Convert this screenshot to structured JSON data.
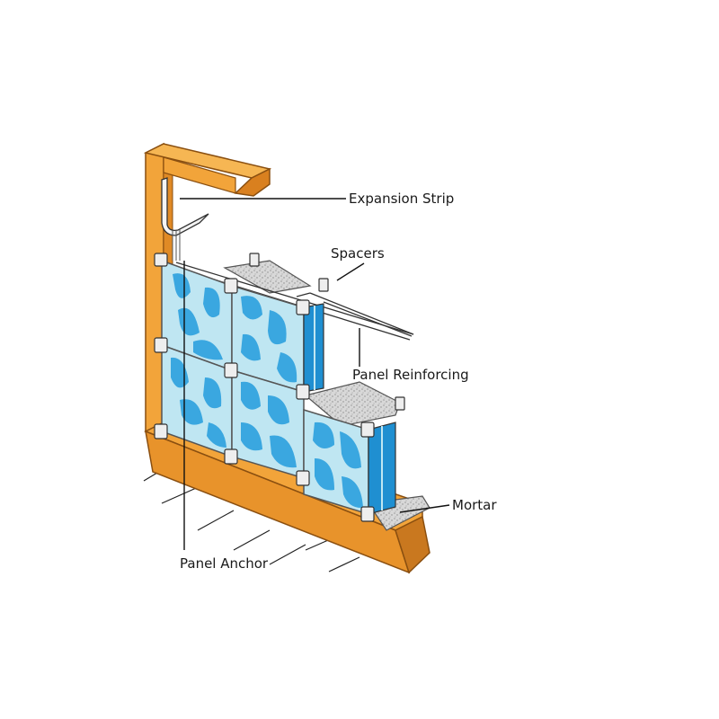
{
  "diagram": {
    "labels": {
      "expansion_strip": "Expansion Strip",
      "spacers": "Spacers",
      "panel_reinforcing": "Panel Reinforcing",
      "mortar": "Mortar",
      "panel_anchor": "Panel Anchor"
    },
    "colors": {
      "frame": "#f2a43a",
      "frame_dark": "#c9781f",
      "glass": "#bfe6f2",
      "glass_swirl": "#3aa7e0",
      "glass_edge": "#1f8fd1",
      "spacer": "#e8e8e8",
      "mortar": "#cfcfcf",
      "leader_line": "#111111"
    }
  }
}
